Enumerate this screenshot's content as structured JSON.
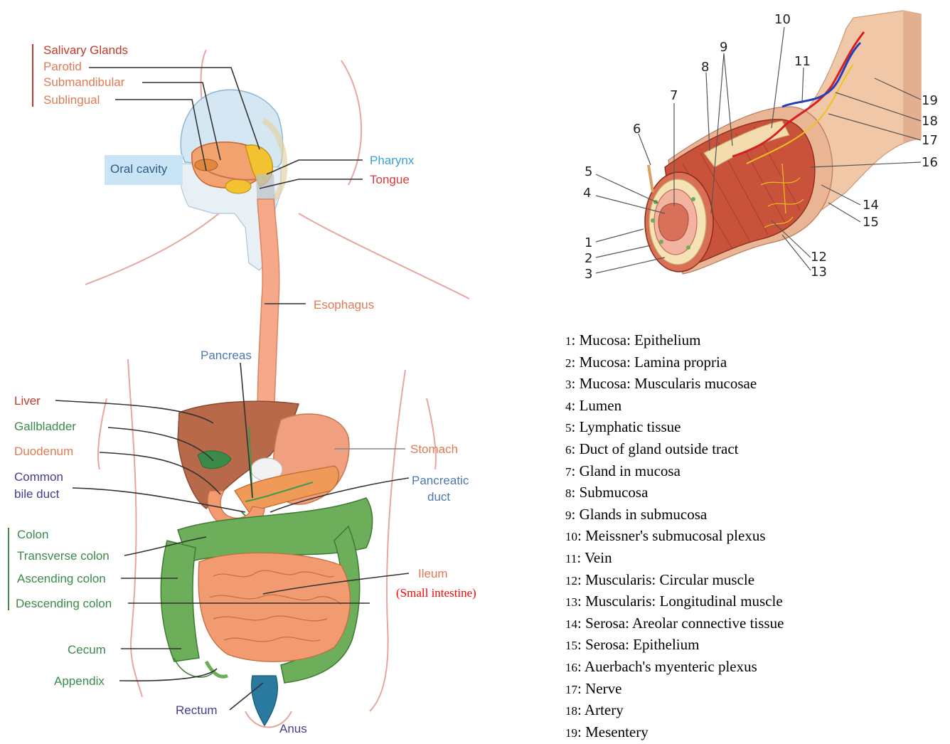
{
  "colors": {
    "salivary_title": "#c0392b",
    "salivary_items": "#e07a55",
    "oral_cavity_box": "#c9e4f5",
    "oral_cavity_text": "#2b5d8a",
    "pharynx": "#3aa0d0",
    "tongue": "#d93a3a",
    "esophagus": "#e07a55",
    "pancreas": "#4a79b0",
    "liver_label": "#c0392b",
    "gallbladder_label": "#3a8a4a",
    "duodenum_label": "#e07a55",
    "bile_duct_label": "#3f3f8f",
    "stomach_label": "#e07a55",
    "pancreatic_duct_label": "#4a79b0",
    "colon_label": "#3a8a4a",
    "ileum_label": "#e07a55",
    "small_intestine": "#ff0000",
    "cecum_label": "#3a8a4a",
    "appendix_label": "#3a8a4a",
    "rectum_label": "#3f3f8f",
    "anus_label": "#3f3f8f",
    "liver_fill": "#b8694a",
    "stomach_fill": "#f0a07e",
    "intestine_fill": "#f29a70",
    "colon_fill": "#6cae5a",
    "body_outline": "#e8a6a0"
  },
  "digestive": {
    "salivary_glands": "Salivary Glands",
    "parotid": "Parotid",
    "submandibular": "Submandibular",
    "sublingual": "Sublingual",
    "oral_cavity": "Oral cavity",
    "pharynx": "Pharynx",
    "tongue": "Tongue",
    "esophagus": "Esophagus",
    "pancreas": "Pancreas",
    "liver": "Liver",
    "gallbladder": "Gallbladder",
    "duodenum": "Duodenum",
    "common": "Common",
    "bile_duct": "bile duct",
    "stomach": "Stomach",
    "pancreatic": "Pancreatic",
    "duct": "duct",
    "colon": "Colon",
    "transverse_colon": "Transverse colon",
    "ascending_colon": "Ascending colon",
    "descending_colon": "Descending colon",
    "ileum": "Ileum",
    "small_intestine": "(Small intestine)",
    "cecum": "Cecum",
    "appendix": "Appendix",
    "rectum": "Rectum",
    "anus": "Anus"
  },
  "tract_numbers": [
    "1",
    "2",
    "3",
    "4",
    "5",
    "6",
    "7",
    "8",
    "9",
    "10",
    "11",
    "12",
    "13",
    "14",
    "15",
    "16",
    "17",
    "18",
    "19"
  ],
  "legend": [
    {
      "n": "1",
      "text": ": Mucosa: Epithelium"
    },
    {
      "n": "2",
      "text": ": Mucosa: Lamina propria"
    },
    {
      "n": "3",
      "text": ": Mucosa: Muscularis mucosae"
    },
    {
      "n": "4",
      "text": ": Lumen"
    },
    {
      "n": "5",
      "text": ": Lymphatic tissue"
    },
    {
      "n": "6",
      "text": ": Duct of gland outside tract"
    },
    {
      "n": "7",
      "text": ": Gland in mucosa"
    },
    {
      "n": "8",
      "text": ": Submucosa"
    },
    {
      "n": "9",
      "text": ": Glands in submucosa"
    },
    {
      "n": "10",
      "text": ": Meissner's submucosal plexus"
    },
    {
      "n": "11",
      "text": ": Vein"
    },
    {
      "n": "12",
      "text": ": Muscularis: Circular muscle"
    },
    {
      "n": "13",
      "text": ": Muscularis: Longitudinal muscle"
    },
    {
      "n": "14",
      "text": ": Serosa: Areolar connective tissue"
    },
    {
      "n": "15",
      "text": ": Serosa: Epithelium"
    },
    {
      "n": "16",
      "text": ": Auerbach's myenteric plexus"
    },
    {
      "n": "17",
      "text": ": Nerve"
    },
    {
      "n": "18",
      "text": ": Artery"
    },
    {
      "n": "19",
      "text": ": Mesentery"
    }
  ]
}
